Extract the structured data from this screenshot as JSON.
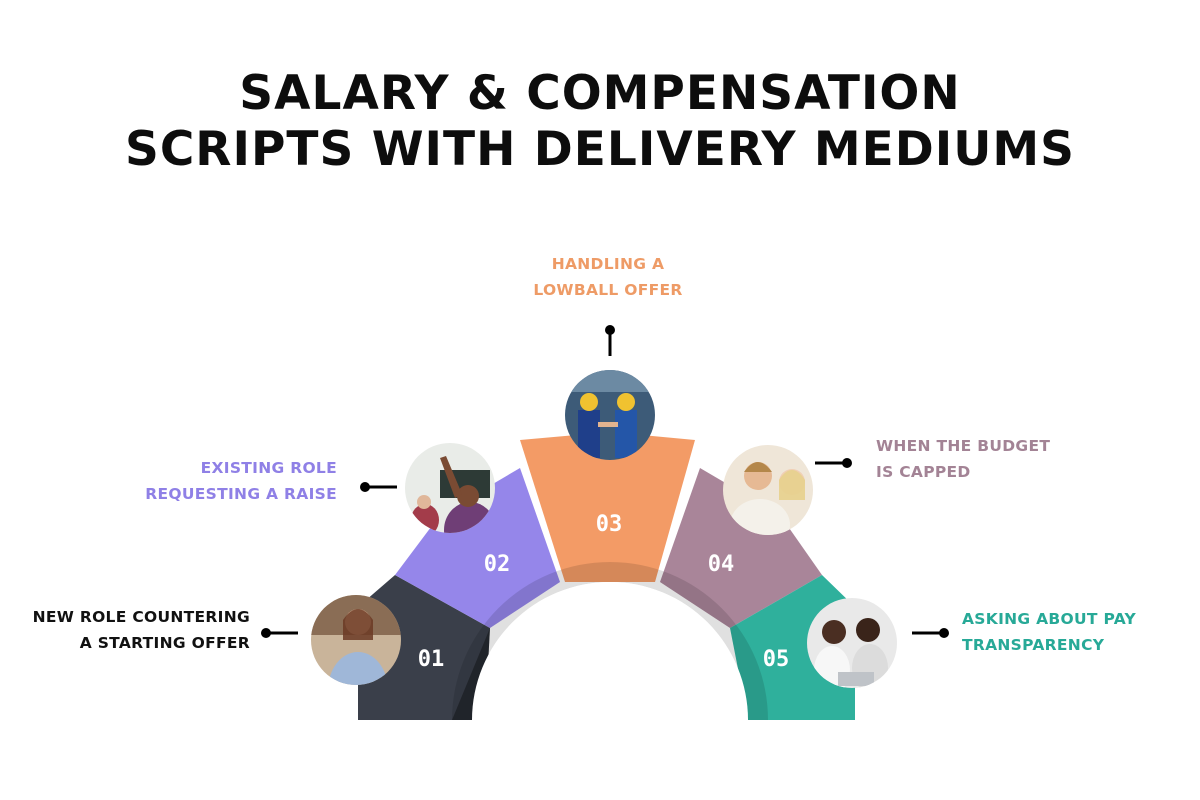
{
  "title": {
    "line1": "SALARY & COMPENSATION",
    "line2": "SCRIPTS WITH DELIVERY MEDIUMS"
  },
  "steps": [
    {
      "number": "01",
      "label_line1": "NEW ROLE COUNTERING",
      "label_line2": "A STARTING OFFER",
      "color": "#3a3f4a",
      "label_color": "#111111",
      "photo": "woman-at-desk-phone-photo"
    },
    {
      "number": "02",
      "label_line1": "EXISTING ROLE",
      "label_line2": "REQUESTING A RAISE",
      "color": "#9586ea",
      "label_color": "#8f80e6",
      "photo": "classroom-hand-raised-photo"
    },
    {
      "number": "03",
      "label_line1": "HANDLING A",
      "label_line2": "LOWBALL OFFER",
      "color": "#f39b66",
      "label_color": "#ee9b66",
      "photo": "workers-handshake-factory-photo"
    },
    {
      "number": "04",
      "label_line1": "WHEN THE BUDGET",
      "label_line2": "IS CAPPED",
      "color": "#a98599",
      "label_color": "#a38395",
      "photo": "stressed-couple-bills-photo"
    },
    {
      "number": "05",
      "label_line1": "ASKING ABOUT PAY",
      "label_line2": "TRANSPARENCY",
      "color": "#2fb09c",
      "label_color": "#27a997",
      "photo": "colleagues-laptop-photo"
    }
  ]
}
